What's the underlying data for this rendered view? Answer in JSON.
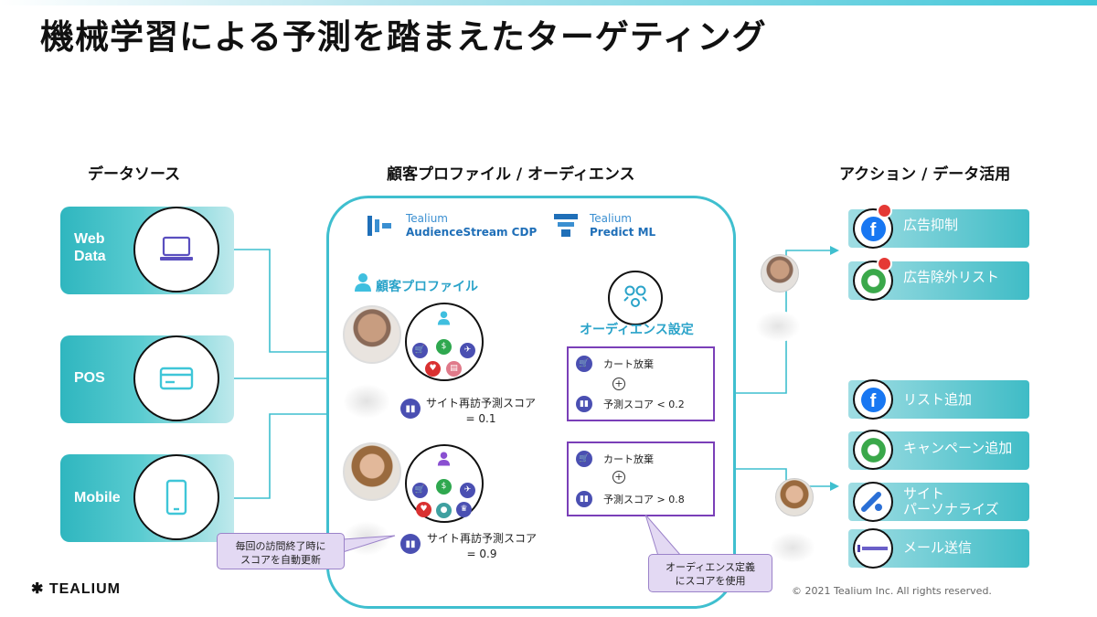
{
  "title": "機械学習による予測を踏まえたターゲティング",
  "columns": {
    "left": "データソース",
    "center": "顧客プロファイル / オーディエンス",
    "right": "アクション / データ活用"
  },
  "sources": [
    {
      "label": "Web\nData",
      "icon": "laptop-icon"
    },
    {
      "label": "POS",
      "icon": "card-icon"
    },
    {
      "label": "Mobile",
      "icon": "mobile-icon"
    }
  ],
  "panel": {
    "logo1": {
      "brand": "Tealium",
      "product": "AudienceStream CDP"
    },
    "logo2": {
      "brand": "Tealium",
      "product": "Predict ML"
    },
    "profile_label": "顧客プロファイル",
    "audience_label": "オーディエンス設定",
    "score1": {
      "label": "サイト再訪予測スコア",
      "value": "= 0.1"
    },
    "score2": {
      "label": "サイト再訪予測スコア",
      "value": "= 0.9"
    },
    "audience1": {
      "row1": "カート放棄",
      "row2": "予測スコア  < 0.2"
    },
    "audience2": {
      "row1": "カート放棄",
      "row2": "予測スコア  > 0.8"
    }
  },
  "callouts": {
    "left": "毎回の訪問終了時に\nスコアを自動更新",
    "right": "オーディエンス定義\nにスコアを使用"
  },
  "actions": [
    {
      "label": "広告抑制",
      "icon": "facebook-icon"
    },
    {
      "label": "広告除外リスト",
      "icon": "google-ads-icon"
    },
    {
      "label": "リスト追加",
      "icon": "facebook-icon"
    },
    {
      "label": "キャンペーン追加",
      "icon": "google-ads-icon"
    },
    {
      "label": "サイト\nパーソナライズ",
      "icon": "optimize-icon"
    },
    {
      "label": "メール送信",
      "icon": "marketo-icon"
    }
  ],
  "footer": {
    "brand": "TEALIUM",
    "copyright": "© 2021  Tealium Inc. All rights reserved."
  },
  "colors": {
    "teal": "#3fbfcf",
    "purple": "#7a3fb8",
    "indigo": "#4a4fb2"
  }
}
